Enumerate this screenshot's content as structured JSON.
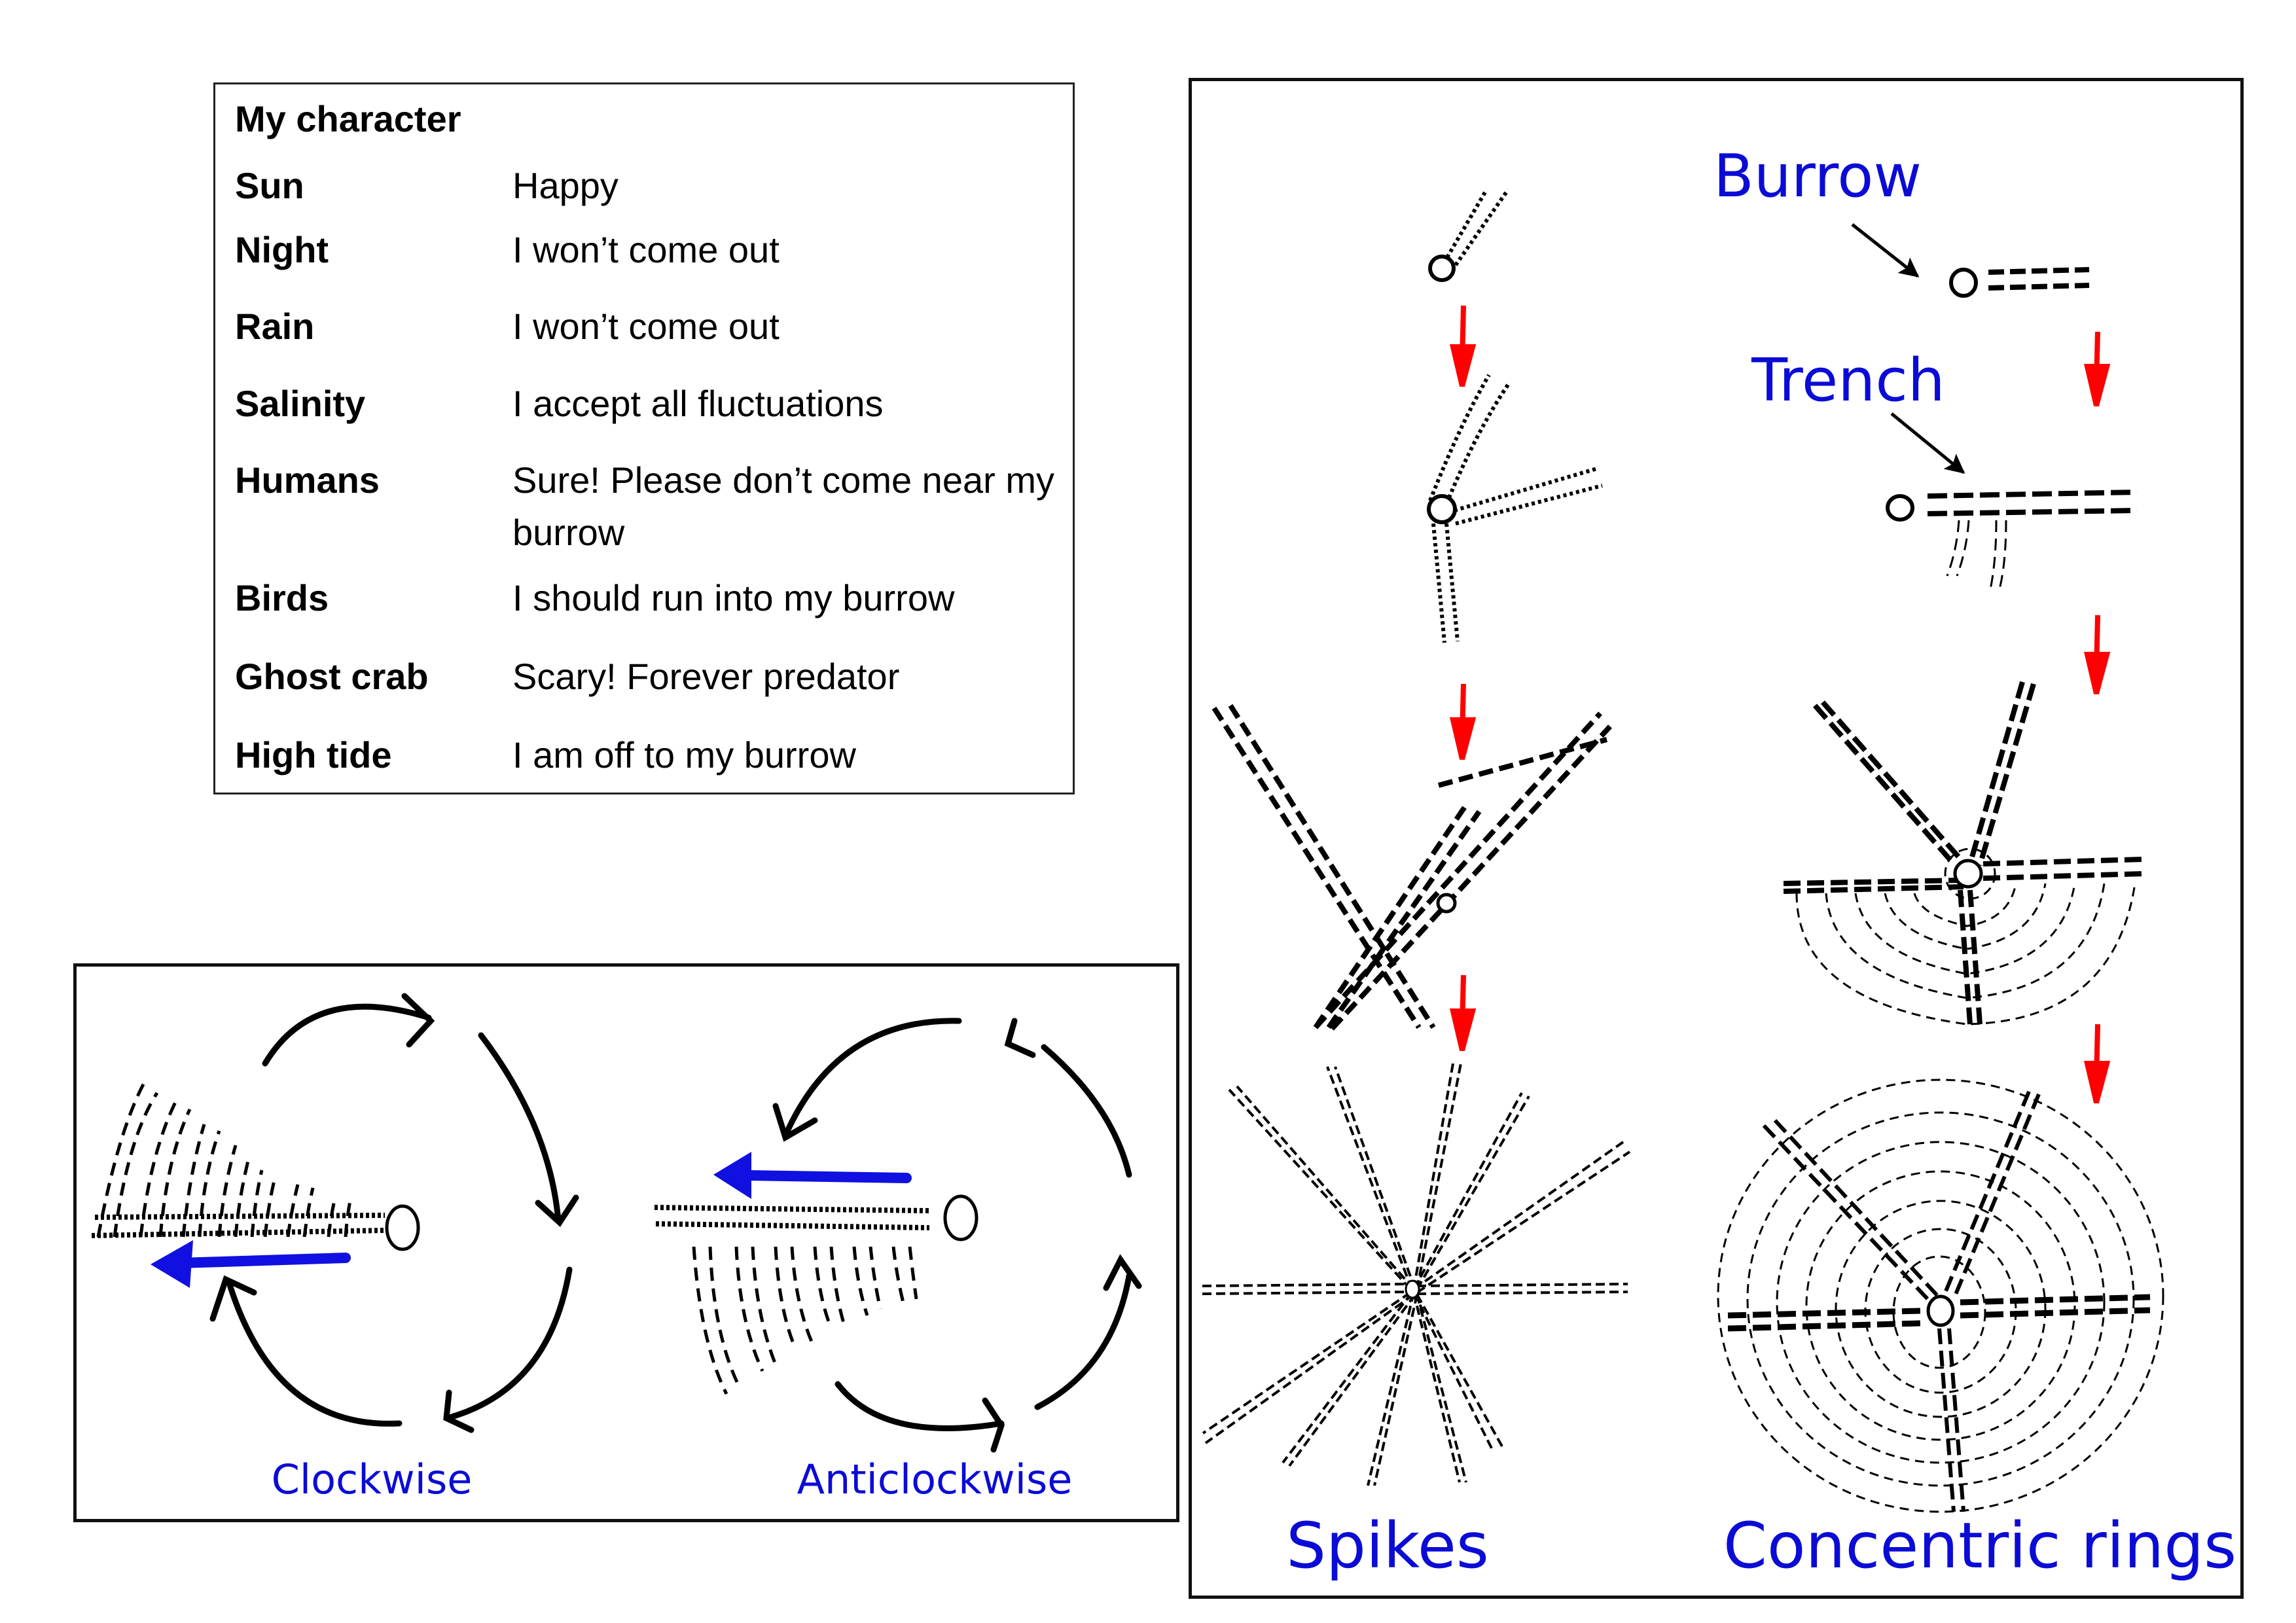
{
  "table": {
    "title": "My character",
    "rows": [
      {
        "key": "Sun",
        "value": "Happy"
      },
      {
        "key": "Night",
        "value": "I won’t come out"
      },
      {
        "key": "Rain",
        "value": "I won’t come out"
      },
      {
        "key": "Salinity",
        "value": "I accept all fluctuations"
      },
      {
        "key": "Humans",
        "value": "Sure! Please don’t come near my burrow"
      },
      {
        "key": "Birds",
        "value": "I should run into my burrow"
      },
      {
        "key": "Ghost crab",
        "value": "Scary! Forever predator"
      },
      {
        "key": "High tide",
        "value": "I am off to my burrow"
      }
    ]
  },
  "rotation_panel": {
    "labels": {
      "clockwise": "Clockwise",
      "anticlockwise": "Anticlockwise"
    }
  },
  "patterns_panel": {
    "labels": {
      "burrow": "Burrow",
      "trench": "Trench",
      "spikes": "Spikes",
      "concentric_rings": "Concentric rings"
    }
  },
  "colors": {
    "label_blue": "#0b0bd6",
    "progression_arrow_red": "#ff0000",
    "movement_arrow_blue": "#1010e0",
    "line_black": "#000000"
  }
}
